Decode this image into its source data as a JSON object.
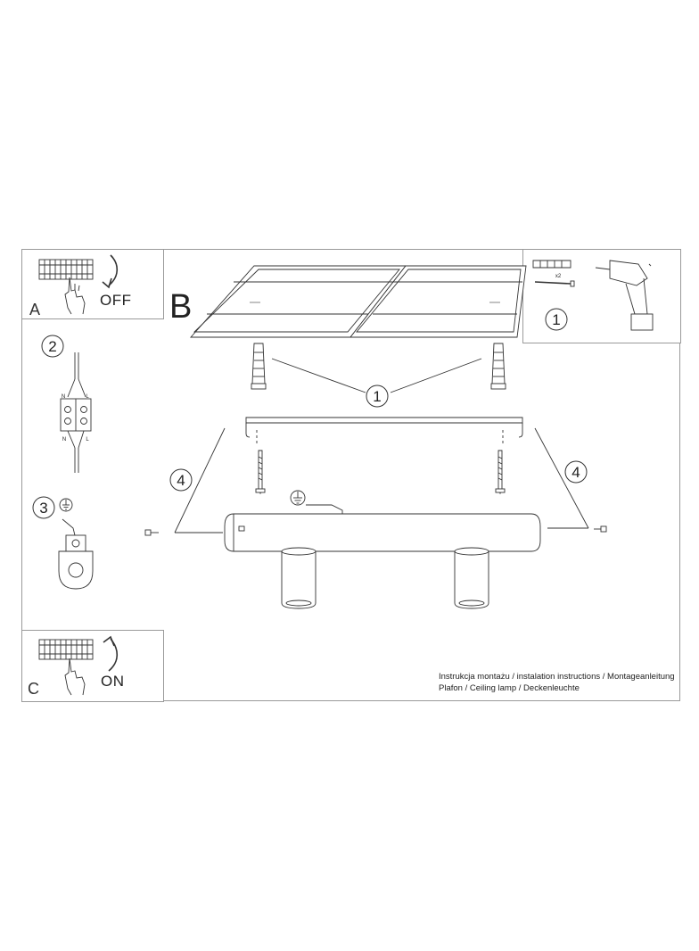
{
  "labels": {
    "step_a": "A",
    "step_b": "B",
    "step_c": "C",
    "off": "OFF",
    "on": "ON"
  },
  "callouts": {
    "one": "1",
    "two": "2",
    "three": "3",
    "four": "4"
  },
  "terminal": {
    "n": "N",
    "l": "L"
  },
  "hardware": {
    "quantity": "x2"
  },
  "footer": {
    "line1": "Instrukcja montażu / instalation instructions / Montageanleitung",
    "line2": "Plafon / Ceiling lamp / Deckenleuchte"
  },
  "icons": [
    "power-switch-icon",
    "hand-icon",
    "arrow-icon",
    "drill-icon",
    "ground-symbol-icon",
    "screw-icon",
    "wall-plug-icon"
  ]
}
